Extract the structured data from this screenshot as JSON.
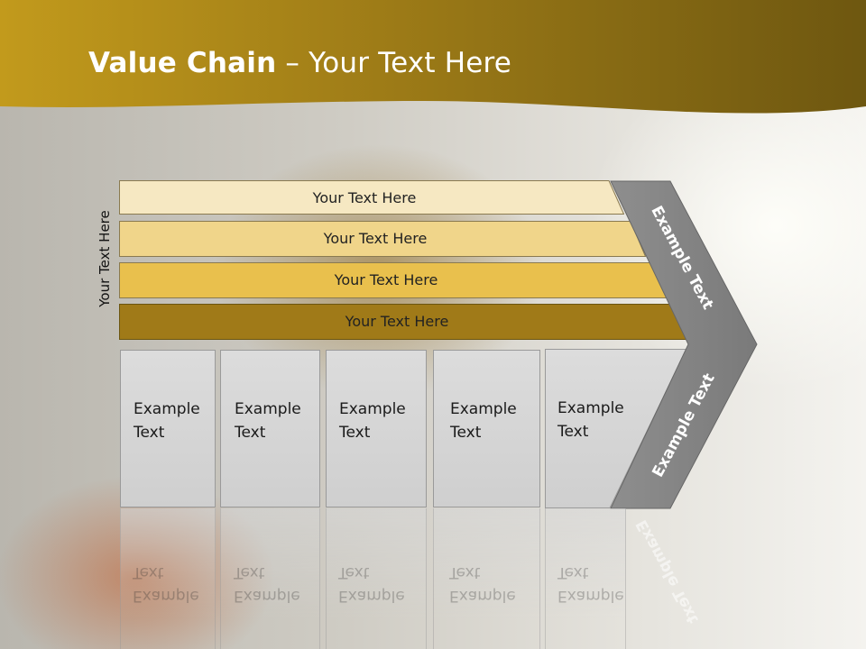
{
  "title": {
    "bold": "Value Chain",
    "rest": " – Your Text Here"
  },
  "side_label": "Your Text Here",
  "bands": [
    {
      "label": "Your Text Here",
      "color": "#f6e8c2"
    },
    {
      "label": "Your Text Here",
      "color": "#f0d58a"
    },
    {
      "label": "Your Text Here",
      "color": "#e9c04d"
    },
    {
      "label": "Your Text Here",
      "color": "#a07a18"
    }
  ],
  "boxes": [
    {
      "line1": "Example",
      "line2": "Text"
    },
    {
      "line1": "Example",
      "line2": "Text"
    },
    {
      "line1": "Example",
      "line2": "Text"
    },
    {
      "line1": "Example",
      "line2": "Text"
    },
    {
      "line1": "Example",
      "line2": "Text"
    }
  ],
  "chevron": {
    "top_label": "Example Text",
    "bottom_label": "Example Text",
    "color": "#8a8a8a"
  },
  "colors": {
    "header_dark": "#6b5510",
    "header_gold": "#b8911c"
  }
}
